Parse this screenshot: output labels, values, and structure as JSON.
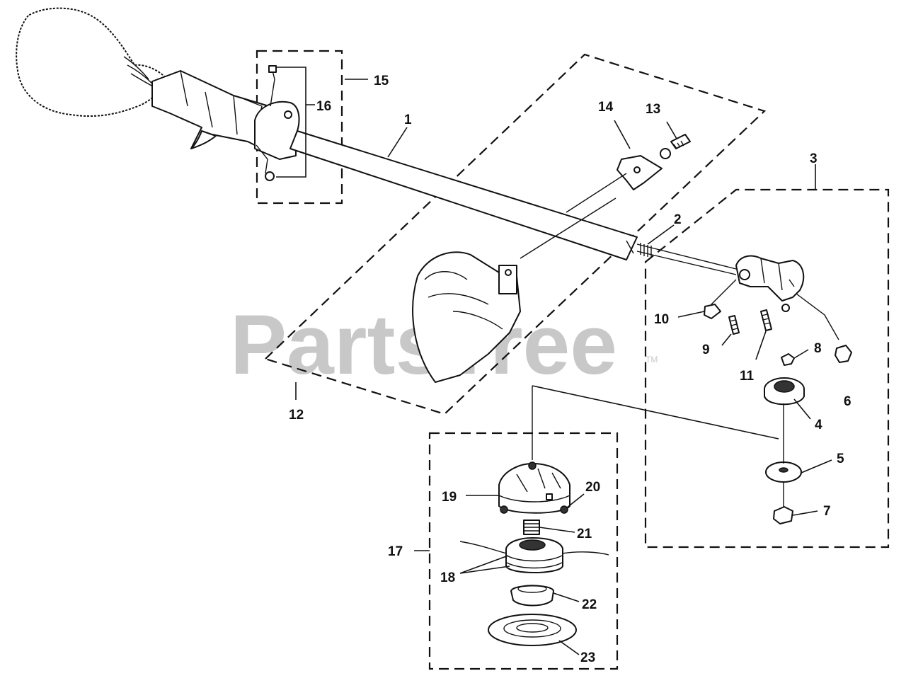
{
  "watermark": {
    "text": "PartsTree",
    "mark": "TM"
  },
  "callouts": [
    "1",
    "2",
    "3",
    "4",
    "5",
    "6",
    "7",
    "8",
    "9",
    "10",
    "11",
    "12",
    "13",
    "14",
    "15",
    "16",
    "17",
    "18",
    "19",
    "20",
    "21",
    "22",
    "23"
  ],
  "colors": {
    "line": "#111111",
    "watermark": "#c8c8c8",
    "background": "#ffffff"
  }
}
